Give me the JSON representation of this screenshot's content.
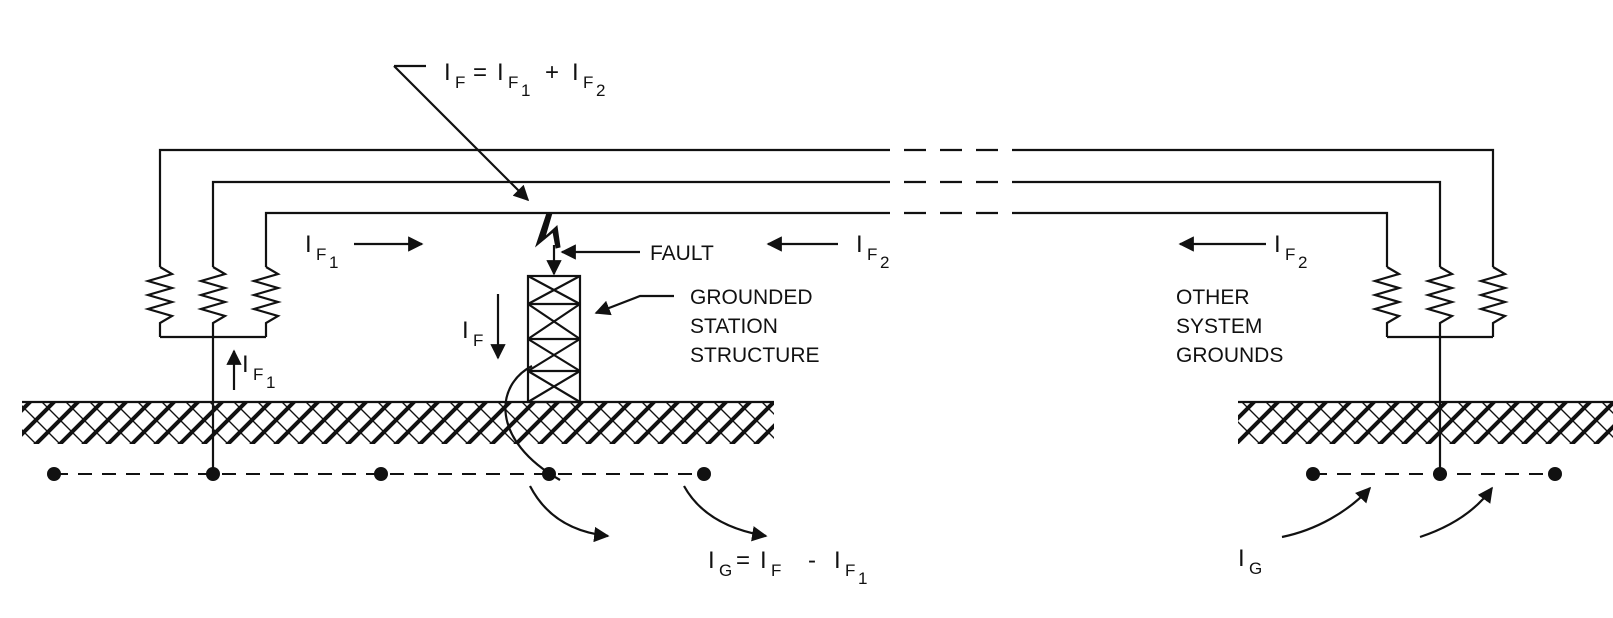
{
  "labels": {
    "fault": "FAULT",
    "station": [
      "GROUNDED",
      "STATION",
      "STRUCTURE"
    ],
    "other": [
      "OTHER",
      "SYSTEM",
      "GROUNDS"
    ]
  },
  "equations": {
    "top": {
      "lhs": "I",
      "lhs_sub": "F",
      "eq": "=",
      "t1": "I",
      "t1_sub": "F",
      "t1_subsub": "1",
      "plus": "+",
      "t2": "I",
      "t2_sub": "F",
      "t2_subsub": "2"
    },
    "bottom": {
      "lhs": "I",
      "lhs_sub": "G",
      "eq": "=",
      "t1": "I",
      "t1_sub": "F",
      "minus": "-",
      "t2": "I",
      "t2_sub": "F",
      "t2_subsub": "1"
    }
  },
  "currents": {
    "if1": {
      "main": "I",
      "sub": "F",
      "subsub": "1"
    },
    "if2": {
      "main": "I",
      "sub": "F",
      "subsub": "2"
    },
    "if": {
      "main": "I",
      "sub": "F"
    },
    "ig": {
      "main": "I",
      "sub": "G"
    }
  }
}
